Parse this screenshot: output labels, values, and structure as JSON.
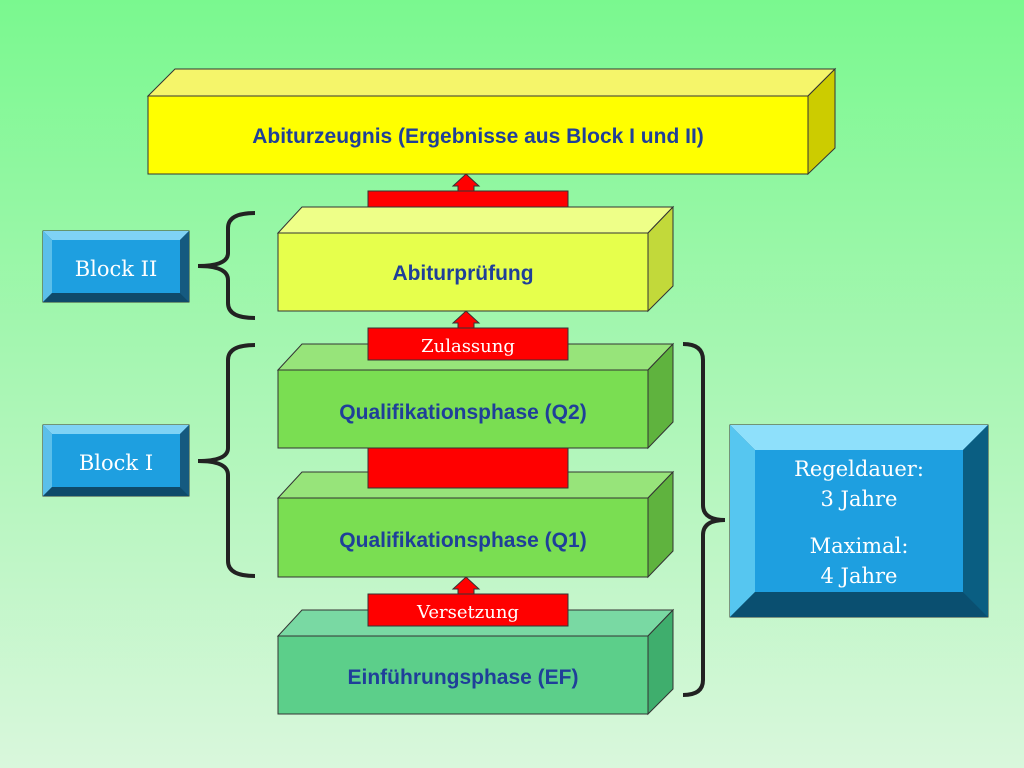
{
  "stages": {
    "zeugnis": "Abiturzeugnis (Ergebnisse aus Block I und II)",
    "pruefung": "Abiturprüfung",
    "q2": "Qualifikationsphase (Q2)",
    "q1": "Qualifikationsphase (Q1)",
    "ef": "Einführungsphase (EF)"
  },
  "transitions": {
    "zulassung": "Zulassung",
    "versetzung": "Versetzung"
  },
  "blocks": {
    "block2": "Block II",
    "block1": "Block I"
  },
  "duration": {
    "regel_label": "Regeldauer:",
    "regel_value": "3 Jahre",
    "max_label": "Maximal:",
    "max_value": "4 Jahre"
  },
  "colors": {
    "zeugnis": "#ffff00",
    "pruefung": "#e6ff4c",
    "quali": "#7ade52",
    "ef": "#5ccf8a",
    "connector": "#ff0000",
    "block": "#1e9fe0",
    "text": "#1f3f99"
  }
}
